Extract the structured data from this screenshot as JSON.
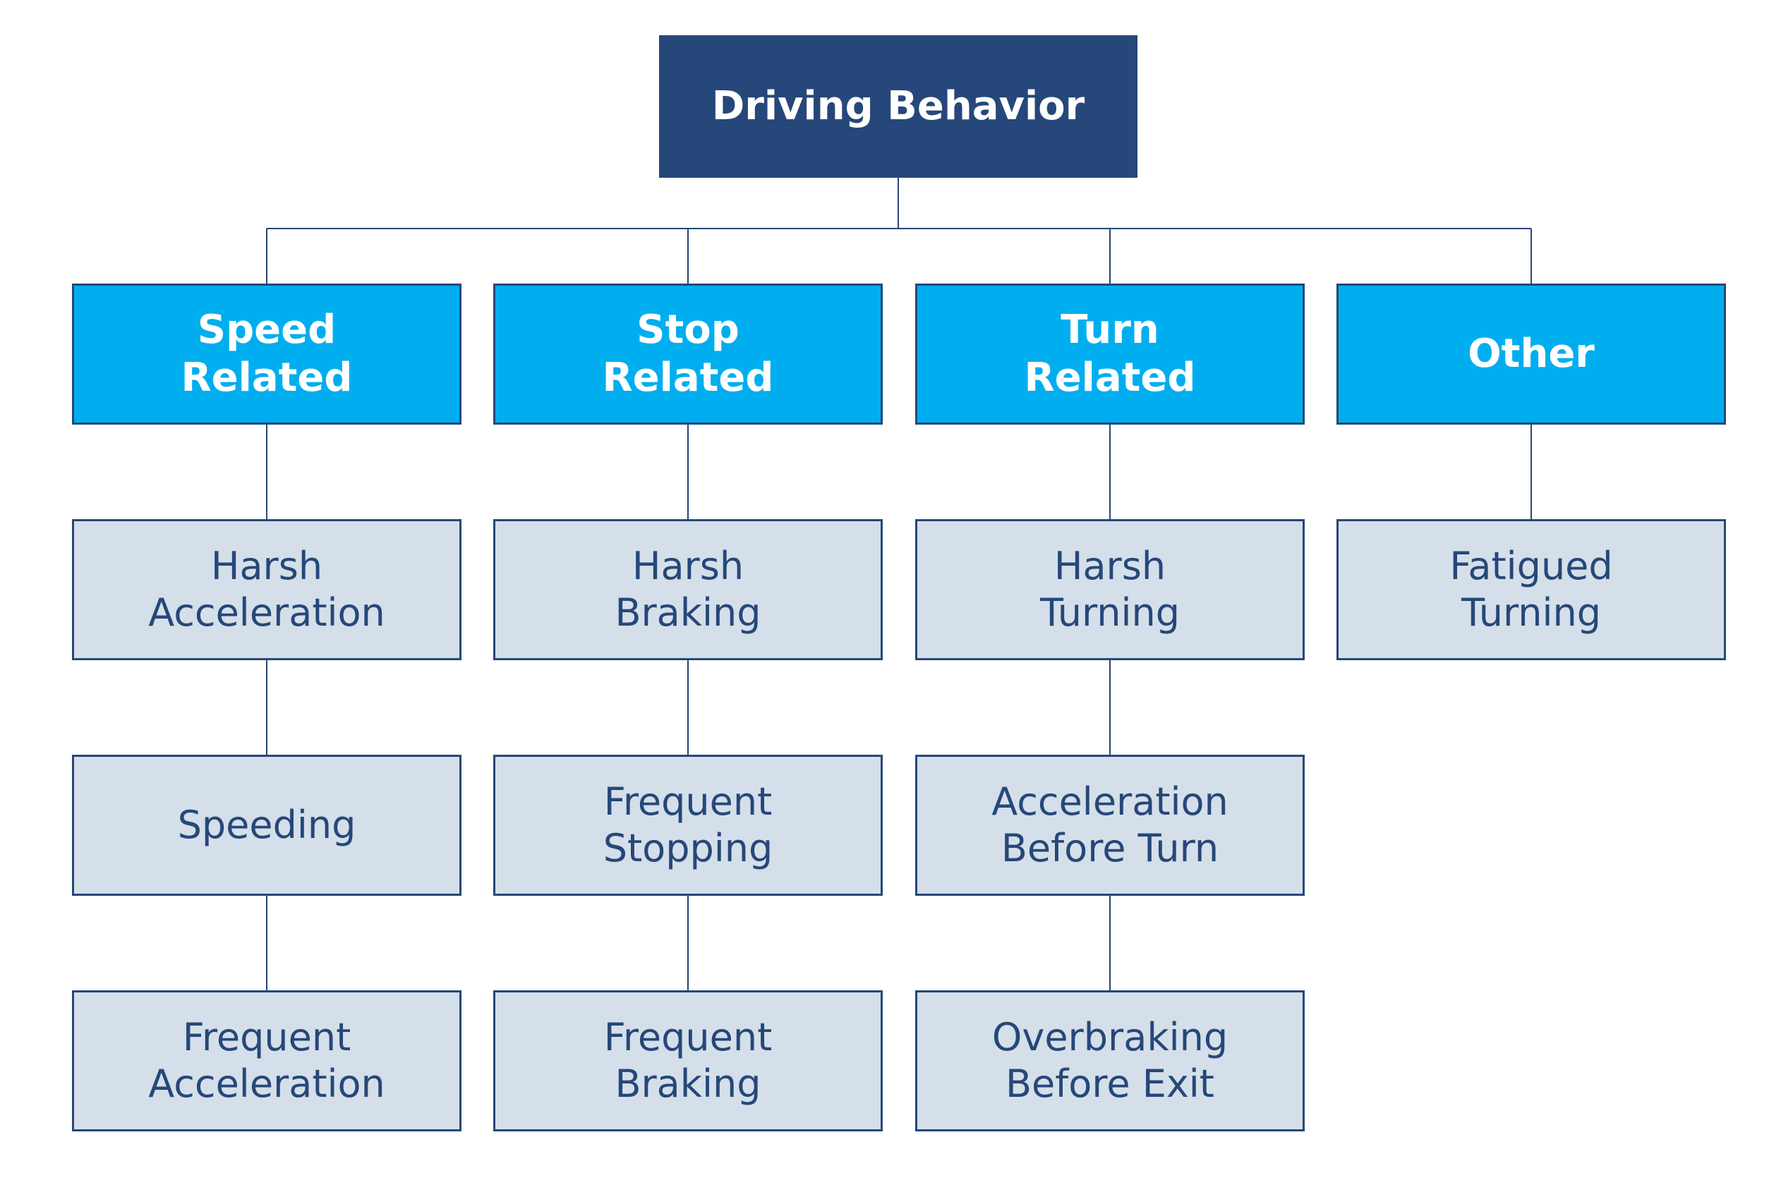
{
  "colors": {
    "root_fill": "#264779",
    "category_fill": "#00aeef",
    "item_fill": "#d4dfe9",
    "connector": "#2a4675",
    "item_text": "#264779"
  },
  "root": {
    "label": "Driving Behavior"
  },
  "categories": [
    {
      "label": "Speed\nRelated",
      "items": [
        "Harsh\nAcceleration",
        "Speeding",
        "Frequent\nAcceleration"
      ]
    },
    {
      "label": "Stop\nRelated",
      "items": [
        "Harsh\nBraking",
        "Frequent\nStopping",
        "Frequent\nBraking"
      ]
    },
    {
      "label": "Turn\nRelated",
      "items": [
        "Harsh\nTurning",
        "Acceleration\nBefore Turn",
        "Overbraking\nBefore Exit"
      ]
    },
    {
      "label": "Other",
      "items": [
        "Fatigued\nTurning"
      ]
    }
  ]
}
